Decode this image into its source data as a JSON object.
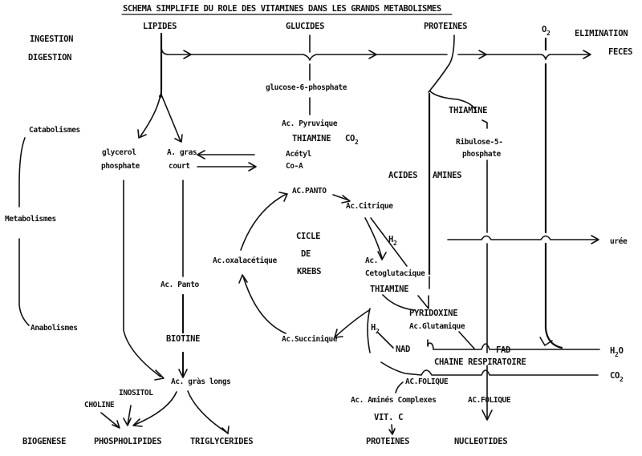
{
  "title": "SCHEMA SIMPLIFIE DU ROLE DES VITAMINES DANS LES GRANDS METABOLISMES",
  "left_labels": {
    "ingestion": "INGESTION",
    "digestion": "DIGESTION",
    "catabolismes": "Catabolismes",
    "metabolismes": "Metabolismes",
    "anabolismes": "Anabolismes",
    "biogenese": "BIOGENESE"
  },
  "inputs": {
    "lipides": "LIPIDES",
    "glucides": "GLUCIDES",
    "proteines": "PROTEINES",
    "o2": "O",
    "o2_sub": "2"
  },
  "elimination": {
    "label": "ELIMINATION",
    "feces": "FECES",
    "uree": "urée",
    "h2o": "H",
    "h2o_sub": "2",
    "h2o_tail": "O",
    "co2": "CO",
    "co2_sub": "2"
  },
  "lipid_path": {
    "glycerol_1": "glycerol",
    "glycerol_2": "phosphate",
    "ac_gras_court_1": "A. gras",
    "ac_gras_court_2": "court",
    "ac_panto": "Ac. Panto",
    "biotine": "BIOTINE",
    "ac_gras_longs": "Ac. gràs longs",
    "inositol": "INOSITOL",
    "choline": "CHOLINE",
    "phospholipides": "PHOSPHOLIPIDES",
    "triglycerides": "TRIGLYCERIDES"
  },
  "glucid_path": {
    "g6p": "glucose-6-phosphate",
    "ac_pyruvique": "Ac. Pyruvique",
    "thiamine": "THIAMINE",
    "co2": "CO",
    "co2_sub": "2",
    "acetyl_1": "Acétyl",
    "acetyl_2": "Co-A"
  },
  "krebs": {
    "cicle": "CICLE",
    "de": "DE",
    "krebs": "KREBS",
    "ac_panto": "AC.PANTO",
    "ac_citrique": "Ac.Citrique",
    "h2": "H",
    "h2_sub": "2",
    "ac_ceto_1": "Ac.",
    "ac_ceto_2": "Cetoglutacique",
    "thiamine": "THIAMINE",
    "ac_oxalacetique": "Ac.oxalacétique",
    "ac_succinique": "Ac.Succinique",
    "h2b": "H",
    "h2b_sub": "2",
    "nad": "NAD"
  },
  "protein_path": {
    "thiamine": "THIAMINE",
    "ribulose_1": "Ribulose-5-",
    "ribulose_2": "phosphate",
    "acides": "ACIDES",
    "amines": "AMINES",
    "pyridoxine": "PYRIDOXINE",
    "ac_glutamique": "Ac.Glutamique",
    "fad": "FAD",
    "chaine": "CHAINE RESPIRATOIRE",
    "ac_folique_1": "AC.FOLIQUE",
    "ac_amines_complexes": "Ac. Aminés Complexes",
    "ac_folique_2": "AC.FOLIQUE",
    "vit_c": "VIT. C",
    "proteines": "PROTEINES",
    "nucleotides": "NUCLEOTIDES"
  }
}
